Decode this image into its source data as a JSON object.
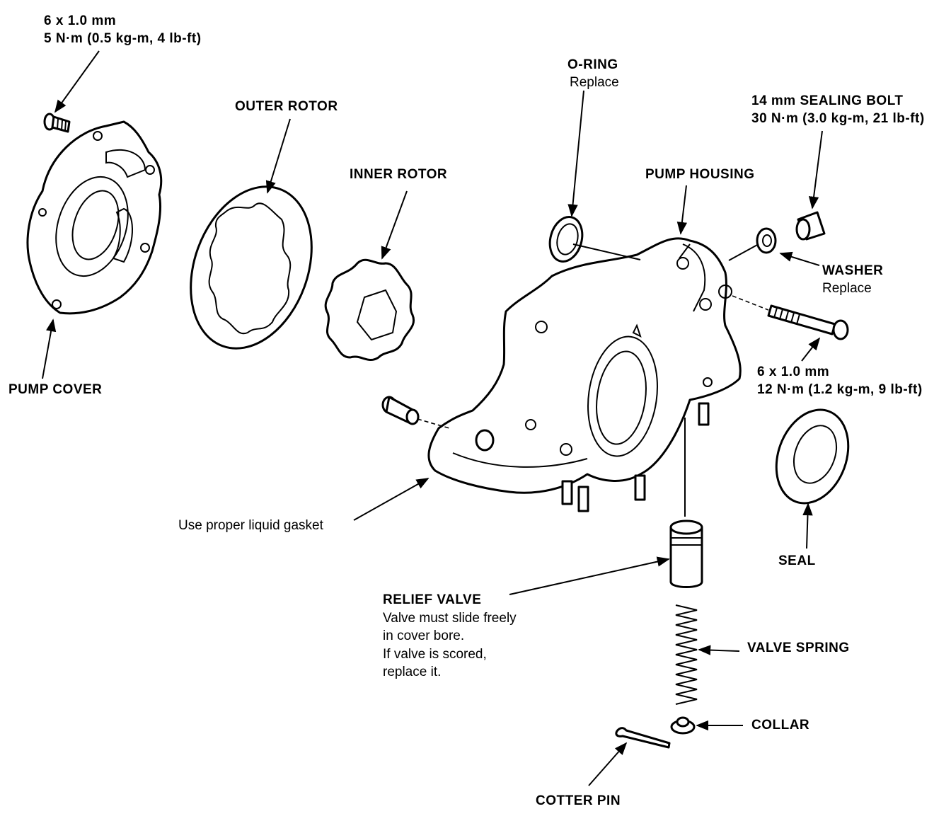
{
  "labels": {
    "cover_bolt_size": "6 x 1.0 mm",
    "cover_bolt_torque": "5 N·m (0.5 kg-m, 4 lb-ft)",
    "outer_rotor": "OUTER ROTOR",
    "inner_rotor": "INNER ROTOR",
    "o_ring": "O-RING",
    "o_ring_note": "Replace",
    "sealing_bolt": "14 mm SEALING BOLT",
    "sealing_bolt_torque": "30 N·m (3.0 kg-m, 21 lb-ft)",
    "pump_housing": "PUMP HOUSING",
    "washer": "WASHER",
    "washer_note": "Replace",
    "housing_bolt_size": "6 x 1.0 mm",
    "housing_bolt_torque": "12 N·m (1.2 kg-m, 9 lb-ft)",
    "pump_cover": "PUMP COVER",
    "liquid_gasket": "Use proper liquid gasket",
    "seal": "SEAL",
    "relief_valve": "RELIEF VALVE",
    "relief_valve_note_1": "Valve must slide freely",
    "relief_valve_note_2": "in cover bore.",
    "relief_valve_note_3": "If valve is scored,",
    "relief_valve_note_4": "replace it.",
    "valve_spring": "VALVE SPRING",
    "collar": "COLLAR",
    "cotter_pin": "COTTER PIN"
  }
}
